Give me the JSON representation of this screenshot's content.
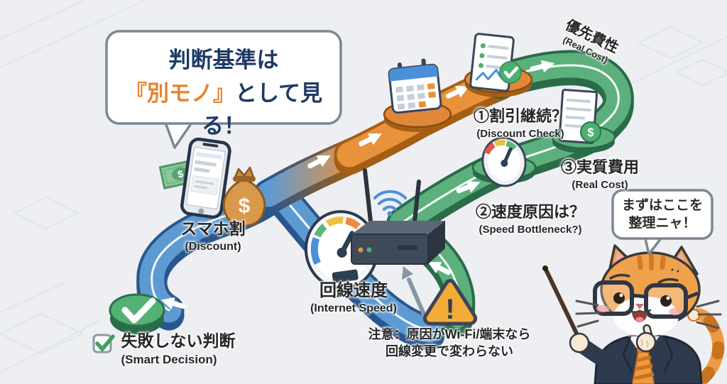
{
  "colors": {
    "background": "#edeff3",
    "navy_text": "#1e3a64",
    "orange_text": "#e8822d",
    "blue_road": "#5e9ad2",
    "blue_road_dark": "#29568c",
    "orange_road": "#e8923c",
    "orange_road_dark": "#a55f14",
    "green_road": "#5cb07c",
    "green_road_dark": "#2a6b48",
    "warning_fill": "#f3ab38",
    "check_green": "#4db06e",
    "cat_fur": "#f0a14c",
    "suit_navy": "#2e3b4e"
  },
  "main_bubble": {
    "line1": "判断基準は",
    "highlight": "『別モノ』",
    "line2_rest": "として見る！"
  },
  "priority_label": {
    "jp": "優先費性",
    "en": "(Real Cost)"
  },
  "steps": [
    {
      "jp": "①割引継続？",
      "en": "(Discount Check)"
    },
    {
      "jp": "②速度原因は？",
      "en": "(Speed Bottleneck?)"
    },
    {
      "jp": "③実質費用",
      "en": "(Real Cost)"
    }
  ],
  "nodes": {
    "discount": {
      "jp": "スマホ割",
      "en": "(Discount)"
    },
    "speed": {
      "jp": "回線速度",
      "en": "(Internet Speed)"
    },
    "decision": {
      "jp": "失敗しない判断",
      "en": "(Smart Decision)"
    }
  },
  "warning": {
    "line1": "注意：原因がWi-Fi/端末なら",
    "line2": "回線変更で変わらない"
  },
  "cat_bubble": {
    "line1": "まずはここを",
    "line2": "整理ニャ！"
  },
  "icons": {
    "dollar": "$",
    "exclamation": "!",
    "check": "✓"
  }
}
